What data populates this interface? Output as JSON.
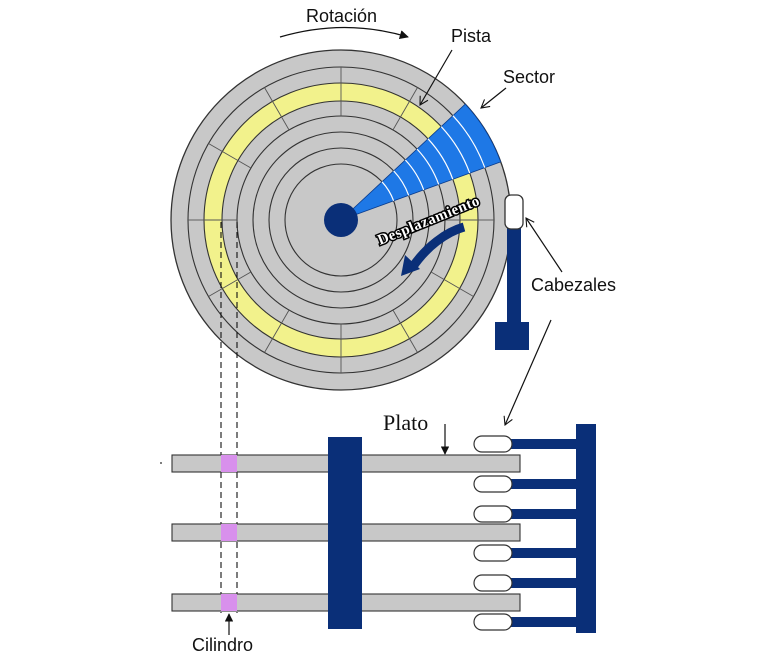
{
  "labels": {
    "rotation": "Rotación",
    "track": "Pista",
    "sector": "Sector",
    "seek": "Desplazamiento",
    "heads": "Cabezales",
    "platter": "Plato",
    "cylinder": "Cilindro"
  },
  "colors": {
    "platter_gray": "#c8c8c8",
    "track_yellow": "#f2f28c",
    "sector_blue": "#1e78e6",
    "head_navy": "#0a2f78",
    "cylinder_violet": "#d890ec",
    "outline": "#333333"
  }
}
